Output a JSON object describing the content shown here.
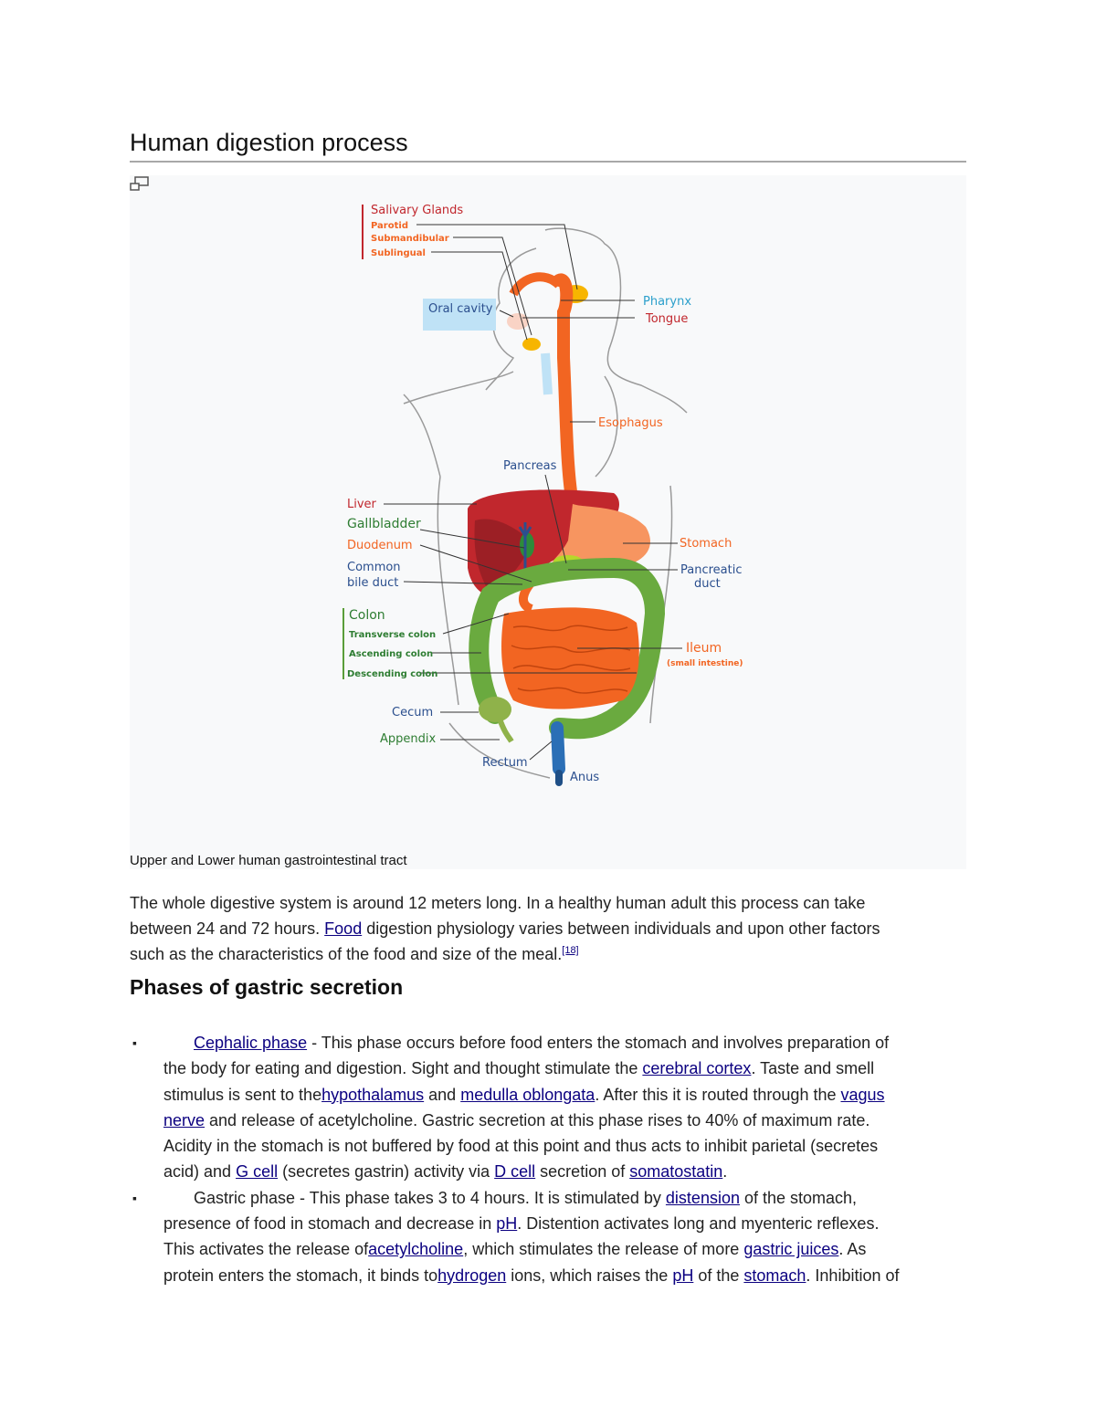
{
  "doc": {
    "title": "Human digestion process"
  },
  "figure": {
    "caption": "Upper and Lower human gastrointestinal tract",
    "labels": {
      "salivary_glands": "Salivary Glands",
      "parotid": "Parotid",
      "submandibular": "Submandibular",
      "sublingual": "Sublingual",
      "oral_cavity": "Oral cavity",
      "pharynx": "Pharynx",
      "tongue": "Tongue",
      "esophagus": "Esophagus",
      "pancreas": "Pancreas",
      "liver": "Liver",
      "gallbladder": "Gallbladder",
      "duodenum": "Duodenum",
      "common": "Common",
      "bile_duct": "bile duct",
      "stomach": "Stomach",
      "pancreatic": "Pancreatic",
      "duct": "duct",
      "colon": "Colon",
      "transverse_colon": "Transverse colon",
      "ascending_colon": "Ascending colon",
      "descending_colon": "Descending colon",
      "ileum": "Ileum",
      "small_intestine": "(small intestine)",
      "cecum": "Cecum",
      "appendix": "Appendix",
      "rectum": "Rectum",
      "anus": "Anus"
    },
    "colors": {
      "orange": "#f26522",
      "red": "#c1272d",
      "green": "#5a9e3a",
      "blue": "#2b4f8e",
      "cyan": "#2b9fcb"
    }
  },
  "intro": {
    "line1": "The whole digestive system is around 12 meters long. In a healthy human adult this process can take",
    "line2_a": "between 24 and 72 hours. ",
    "line2_link": "Food",
    "line2_b": " digestion physiology varies between individuals and upon other factors",
    "line3": "such as the characteristics of the food and size of the meal.",
    "ref": "[18]"
  },
  "section": {
    "heading": "Phases of gastric secretion"
  },
  "phases": {
    "bullet": "▪",
    "p1": {
      "l1_link": "Cephalic phase",
      "l1_rest": " - This phase occurs before food enters the stomach and involves preparation of",
      "l2_a": "the body for eating and digestion. Sight and thought stimulate the ",
      "l2_link": "cerebral cortex",
      "l2_b": ". Taste and smell",
      "l3_a": "stimulus is sent to the",
      "l3_link1": "hypothalamus",
      "l3_b": " and ",
      "l3_link2": "medulla oblongata",
      "l3_c": ". After this it is routed through the ",
      "l3_link3": "vagus",
      "l4_link": "nerve",
      "l4_b": " and release of acetylcholine. Gastric secretion at this phase rises to 40% of maximum rate.",
      "l5": "Acidity in the stomach is not buffered by food at this point and thus acts to inhibit parietal (secretes",
      "l6_a": "acid) and ",
      "l6_link1": "G cell",
      "l6_b": " (secretes gastrin) activity via ",
      "l6_link2": "D cell",
      "l6_c": " secretion of ",
      "l6_link3": "somatostatin",
      "l6_d": "."
    },
    "p2": {
      "l1_a": "Gastric phase - This phase takes 3 to 4 hours. It is stimulated by ",
      "l1_link": "distension",
      "l1_b": " of the stomach,",
      "l2_a": "presence of food in stomach and decrease in ",
      "l2_link": "pH",
      "l2_b": ". Distention activates long and myenteric reflexes.",
      "l3_a": "This activates the release of",
      "l3_link1": "acetylcholine",
      "l3_b": ", which stimulates the release of more ",
      "l3_link2": "gastric juices",
      "l3_c": ". As",
      "l4_a": "protein enters the stomach, it binds to",
      "l4_link1": "hydrogen",
      "l4_b": " ions, which raises the ",
      "l4_link2": "pH",
      "l4_c": " of the ",
      "l4_link3": "stomach",
      "l4_d": ". Inhibition of"
    }
  }
}
